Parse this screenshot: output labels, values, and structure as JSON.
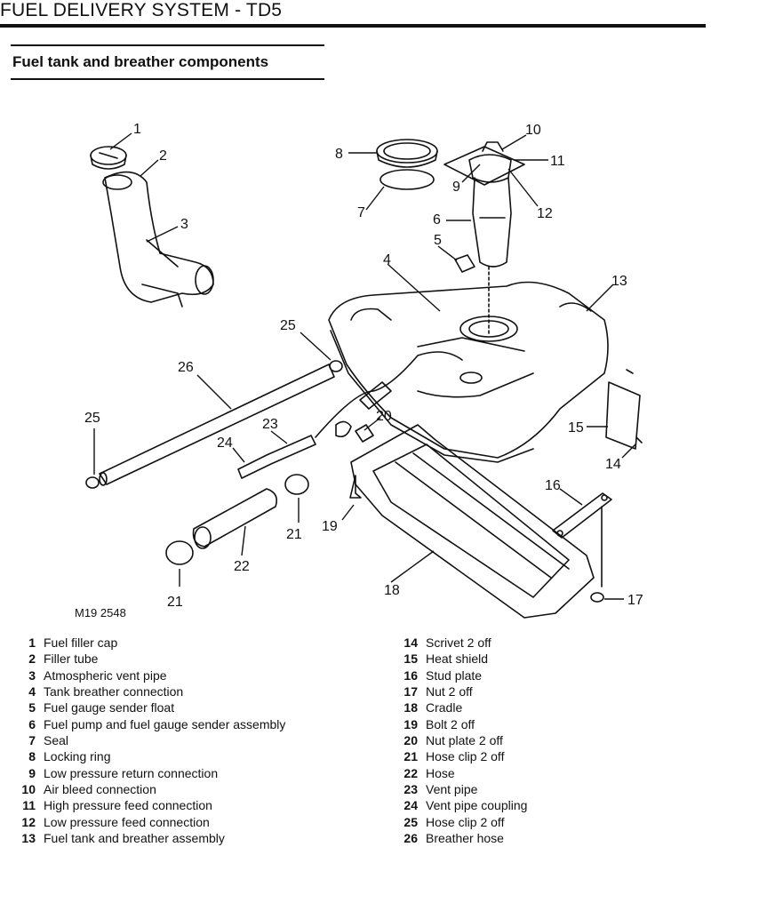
{
  "header": {
    "title": "FUEL DELIVERY SYSTEM - TD5",
    "section_title": "Fuel tank and breather components"
  },
  "diagram": {
    "reference_code": "M19 2548",
    "callouts": [
      "1",
      "2",
      "3",
      "4",
      "5",
      "6",
      "7",
      "8",
      "9",
      "10",
      "11",
      "12",
      "13",
      "14",
      "15",
      "16",
      "17",
      "18",
      "19",
      "20",
      "21",
      "21",
      "22",
      "23",
      "24",
      "25",
      "25",
      "26"
    ]
  },
  "legend": {
    "left": [
      {
        "num": "1",
        "label": "Fuel filler cap"
      },
      {
        "num": "2",
        "label": "Filler tube"
      },
      {
        "num": "3",
        "label": "Atmospheric vent pipe"
      },
      {
        "num": "4",
        "label": "Tank breather connection"
      },
      {
        "num": "5",
        "label": "Fuel gauge sender float"
      },
      {
        "num": "6",
        "label": "Fuel pump and fuel gauge sender assembly"
      },
      {
        "num": "7",
        "label": "Seal"
      },
      {
        "num": "8",
        "label": "Locking ring"
      },
      {
        "num": "9",
        "label": "Low pressure return connection"
      },
      {
        "num": "10",
        "label": "Air bleed connection"
      },
      {
        "num": "11",
        "label": "High pressure feed connection"
      },
      {
        "num": "12",
        "label": "Low pressure feed connection"
      },
      {
        "num": "13",
        "label": "Fuel tank and breather assembly"
      }
    ],
    "right": [
      {
        "num": "14",
        "label": "Scrivet 2 off"
      },
      {
        "num": "15",
        "label": "Heat shield"
      },
      {
        "num": "16",
        "label": "Stud plate"
      },
      {
        "num": "17",
        "label": "Nut 2 off"
      },
      {
        "num": "18",
        "label": "Cradle"
      },
      {
        "num": "19",
        "label": "Bolt 2 off"
      },
      {
        "num": "20",
        "label": "Nut plate 2 off"
      },
      {
        "num": "21",
        "label": "Hose clip 2 off"
      },
      {
        "num": "22",
        "label": "Hose"
      },
      {
        "num": "23",
        "label": "Vent pipe"
      },
      {
        "num": "24",
        "label": "Vent pipe coupling"
      },
      {
        "num": "25",
        "label": "Hose clip 2 off"
      },
      {
        "num": "26",
        "label": "Breather hose"
      }
    ]
  }
}
